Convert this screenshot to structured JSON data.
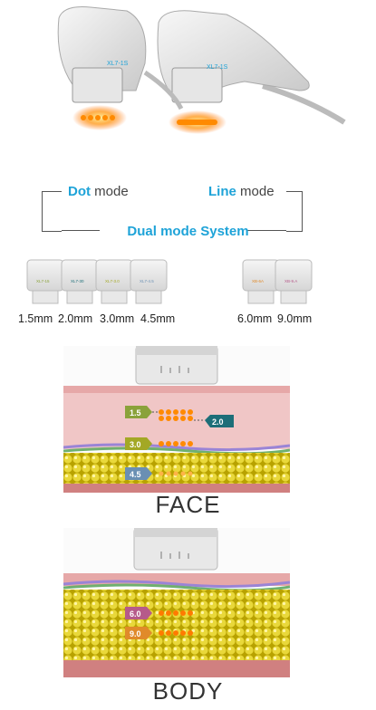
{
  "modes": {
    "dot_word": "Dot",
    "dot_suffix": " mode",
    "line_word": "Line",
    "line_suffix": " mode",
    "dual": "Dual mode  System"
  },
  "handpieces": {
    "left_model": "XL7-1S",
    "right_model": "XL7-1S"
  },
  "cartridges_face": [
    "XL7-15",
    "XL7-30",
    "XL7-3.0",
    "XL7-4.5"
  ],
  "cartridges_body": [
    "XB-6A",
    "XB-9.A"
  ],
  "depths_face": [
    "1.5mm",
    "2.0mm",
    "3.0mm",
    "4.5mm"
  ],
  "depths_body": [
    "6.0mm",
    "9.0mm"
  ],
  "face": {
    "caption": "FACE",
    "tags": [
      "1.5",
      "2.0",
      "3.0",
      "4.5"
    ]
  },
  "body": {
    "caption": "BODY",
    "tags": [
      "6.0",
      "9.0"
    ]
  },
  "colors": {
    "accent": "#1ea3d8",
    "tag_15": "#8aa23a",
    "tag_20": "#1d6e78",
    "tag_30": "#a3a825",
    "tag_45": "#6a8fb3",
    "tag_60": "#b65a8a",
    "tag_90": "#e08a2a"
  }
}
